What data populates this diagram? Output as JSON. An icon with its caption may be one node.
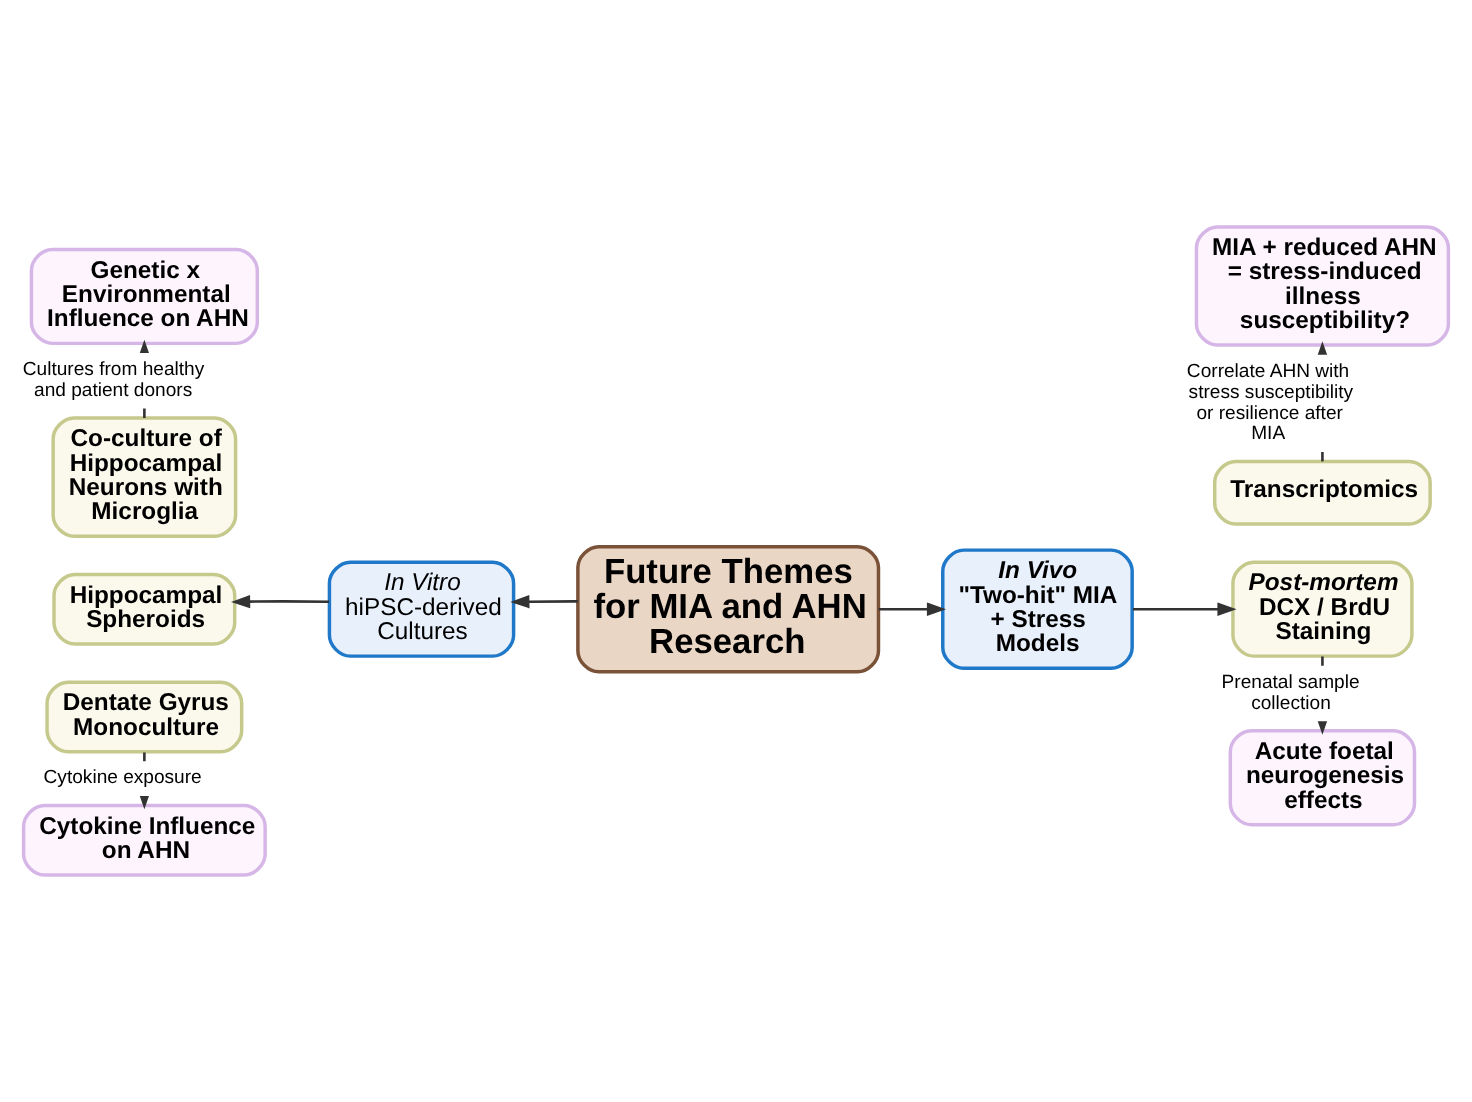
{
  "diagram": {
    "nodes": [
      {
        "text": [
          "Future Themes for MIA and AHN Research"
        ]
      },
      {
        "text": [
          "In Vitro",
          "hiPSC-derived Cultures"
        ]
      },
      {
        "text": [
          "In Vivo",
          "\"Two-hit\" MIA + Stress Models"
        ]
      },
      {
        "text": [
          "Co-culture of Hippocampal Neurons with Microglia"
        ]
      },
      {
        "text": [
          "Hippocampal Spheroids"
        ]
      },
      {
        "text": [
          "Dentate Gyrus Monoculture"
        ]
      },
      {
        "text": [
          "Genetic x Environmental Influence on AHN"
        ]
      },
      {
        "text": [
          "Cytokine Influence on AHN"
        ]
      },
      {
        "text": [
          "Transcriptomics"
        ]
      },
      {
        "text": [
          "Post-mortem",
          "DCX / BrdU Staining"
        ]
      },
      {
        "text": [
          "MIA + reduced AHN = stress-induced illness susceptibility?"
        ]
      },
      {
        "text": [
          "Acute foetal neurogenesis effects"
        ]
      }
    ],
    "edges": [
      {
        "from": 0,
        "to": 1,
        "arrow": "to"
      },
      {
        "from": 1,
        "to": 4,
        "arrow": "to"
      },
      {
        "from": 0,
        "to": 2,
        "arrow": "to"
      },
      {
        "from": 2,
        "to": 9,
        "arrow": "to"
      },
      {
        "from": 3,
        "to": 6,
        "arrow": "to",
        "label": "Cultures from healthy and patient donors"
      },
      {
        "from": 5,
        "to": 7,
        "arrow": "to",
        "label": "Cytokine exposure"
      },
      {
        "from": 8,
        "to": 10,
        "arrow": "to",
        "label": "Correlate AHN with stress susceptibility or resilience after MIA"
      },
      {
        "from": 9,
        "to": 11,
        "arrow": "to",
        "label": "Prenatal sample collection"
      }
    ]
  }
}
